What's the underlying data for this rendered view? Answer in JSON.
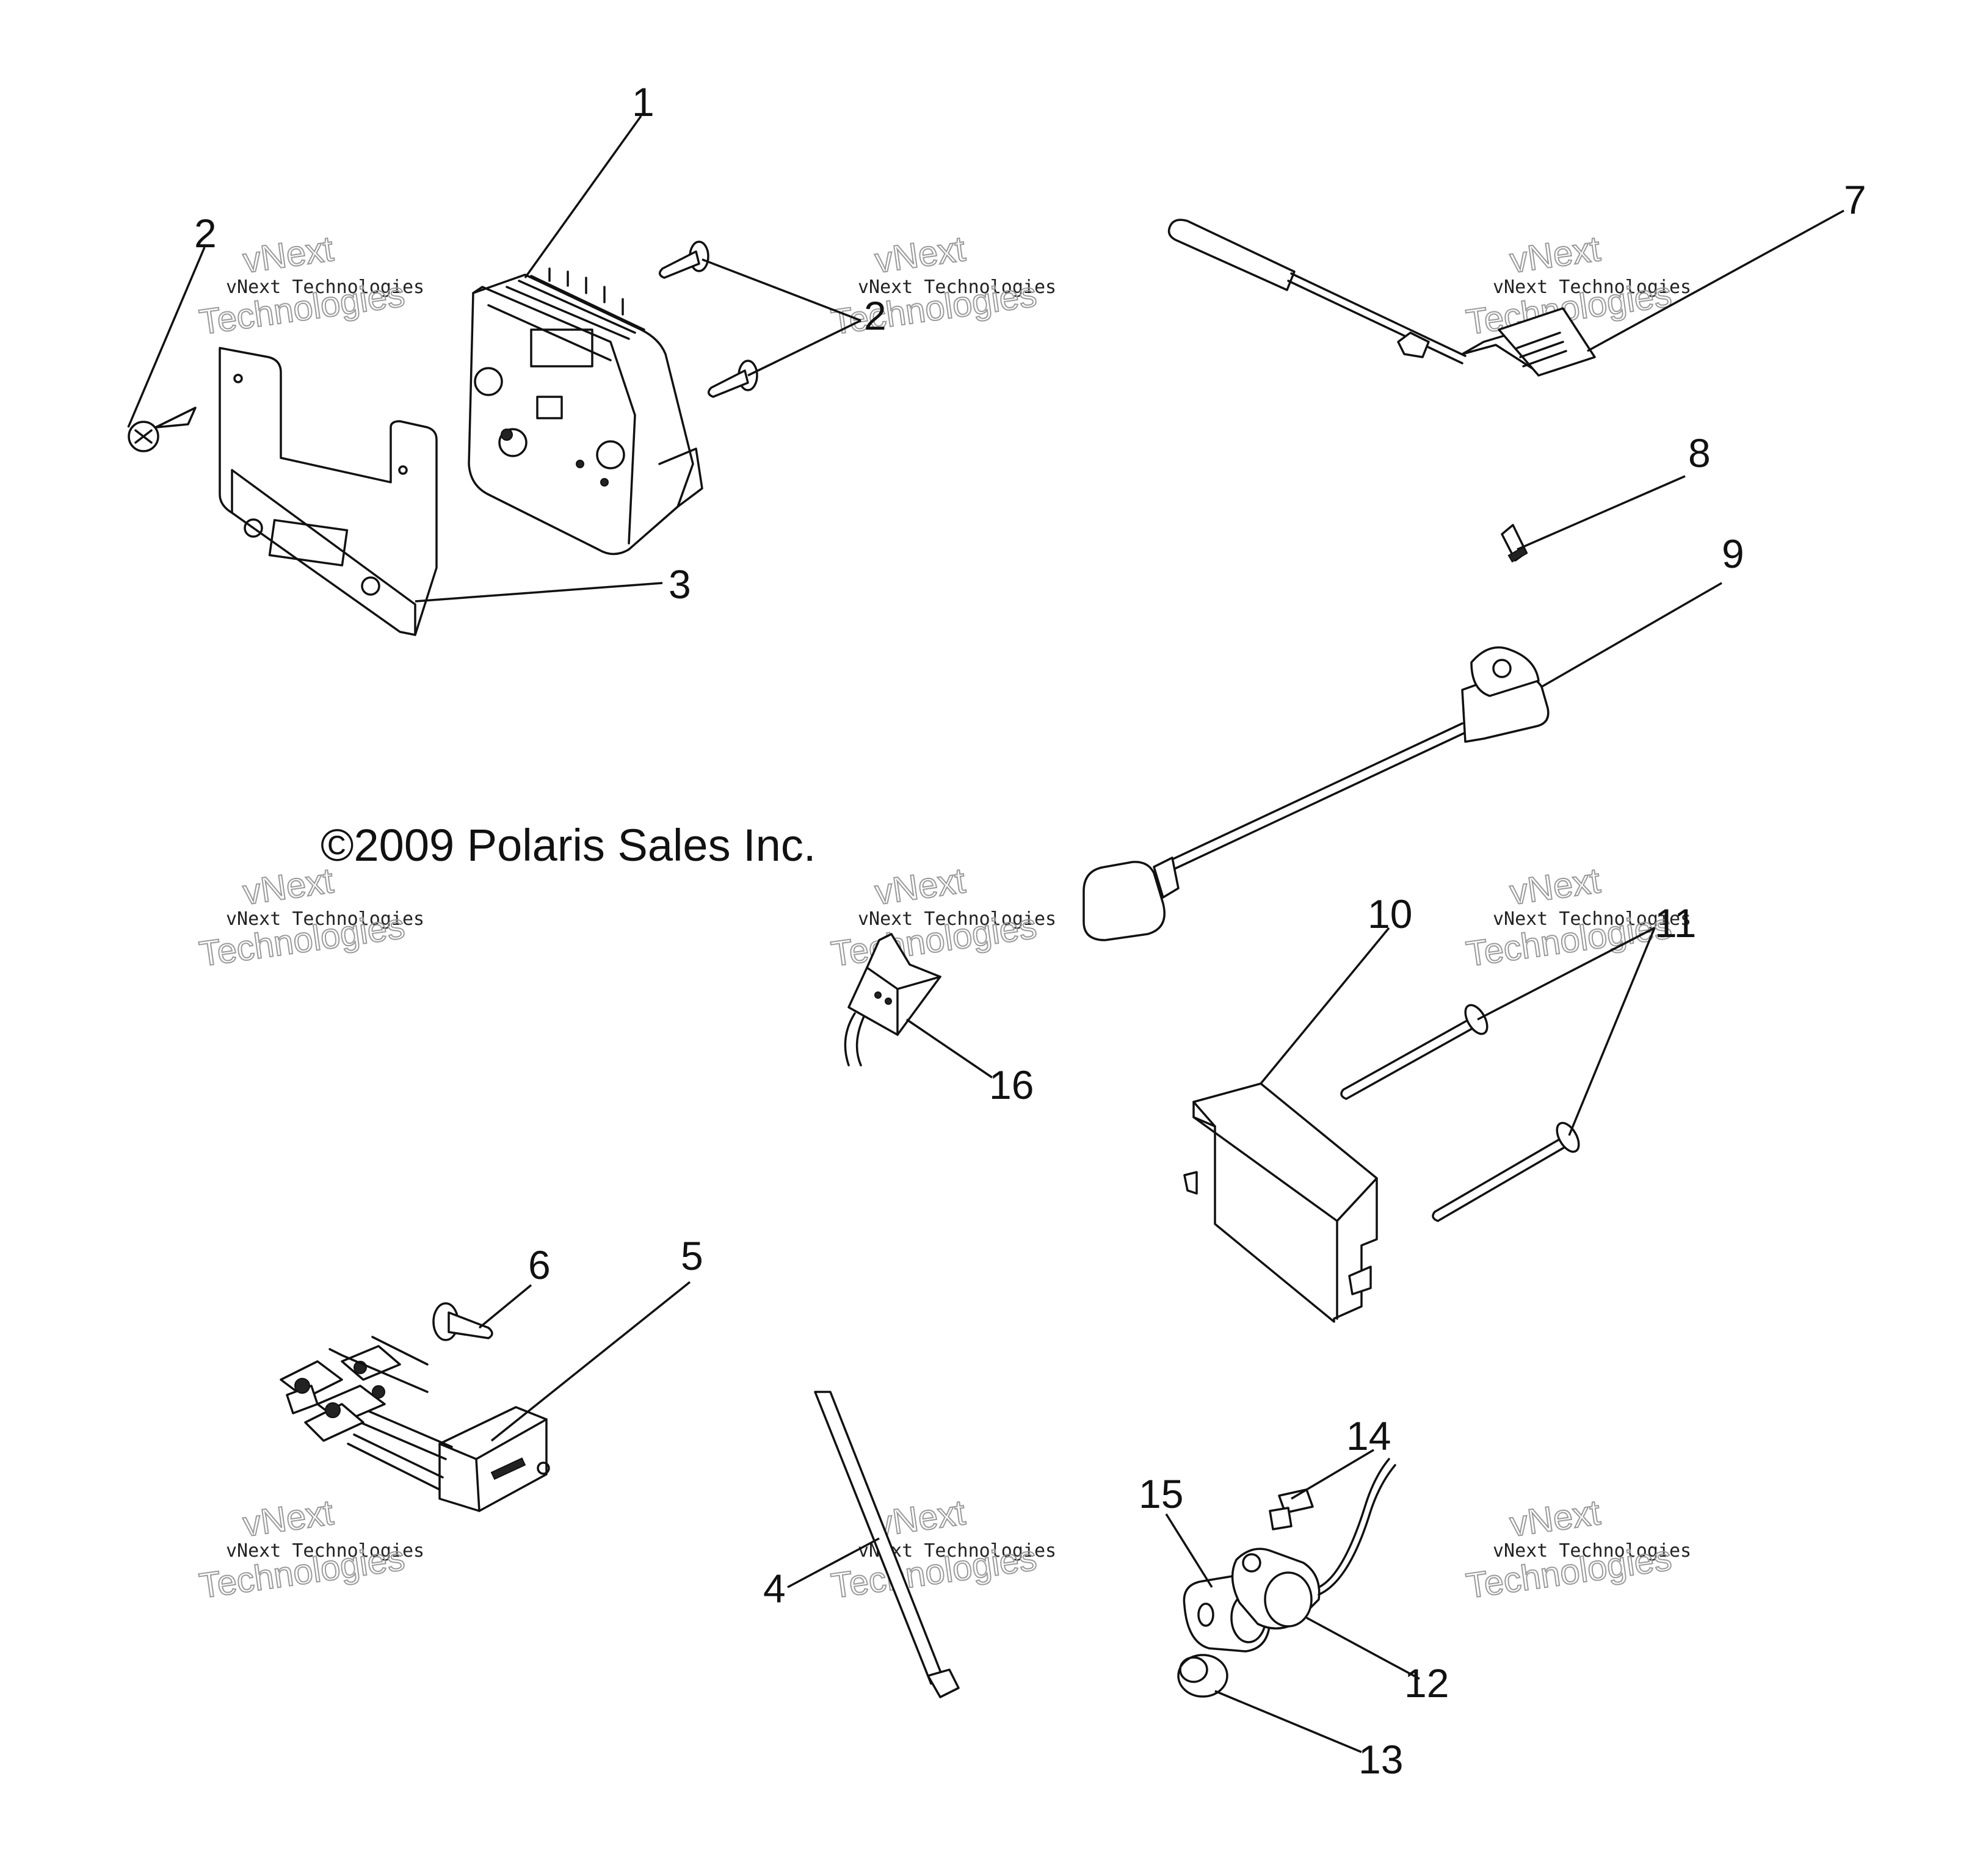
{
  "copyright": "©2009 Polaris Sales Inc.",
  "watermark": {
    "line1": "vNext Technologies",
    "line2": "vNext",
    "line3": "Technologies"
  },
  "callouts": [
    {
      "id": "1",
      "label": "1",
      "part": "control-module"
    },
    {
      "id": "2a",
      "label": "2",
      "part": "screw"
    },
    {
      "id": "2b",
      "label": "2",
      "part": "push-rivets"
    },
    {
      "id": "3",
      "label": "3",
      "part": "mounting-bracket"
    },
    {
      "id": "4",
      "label": "4",
      "part": "cable-tie"
    },
    {
      "id": "5",
      "label": "5",
      "part": "relay-harness"
    },
    {
      "id": "6",
      "label": "6",
      "part": "push-rivet"
    },
    {
      "id": "7",
      "label": "7",
      "part": "probe-sensor"
    },
    {
      "id": "8",
      "label": "8",
      "part": "terminal"
    },
    {
      "id": "9",
      "label": "9",
      "part": "sensor-cable"
    },
    {
      "id": "10",
      "label": "10",
      "part": "electronic-module"
    },
    {
      "id": "11",
      "label": "11",
      "part": "pins"
    },
    {
      "id": "12",
      "label": "12",
      "part": "switch"
    },
    {
      "id": "13",
      "label": "13",
      "part": "cap"
    },
    {
      "id": "14",
      "label": "14",
      "part": "bolt"
    },
    {
      "id": "15",
      "label": "15",
      "part": "gasket"
    },
    {
      "id": "16",
      "label": "16",
      "part": "micro-switch"
    }
  ]
}
